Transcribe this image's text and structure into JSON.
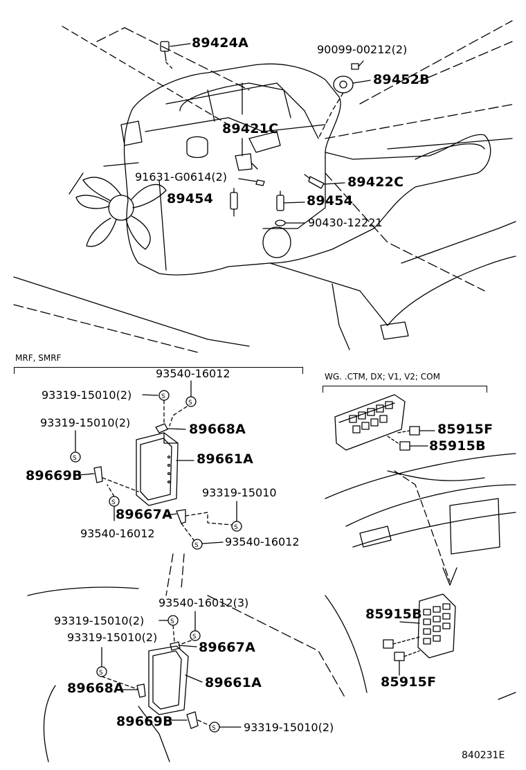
{
  "engine_labels": {
    "p89424A": "89424A",
    "p90099": "90099-00212(2)",
    "p89452B": "89452B",
    "p89421C": "89421C",
    "p91631": "91631-G0614(2)",
    "p89422C": "89422C",
    "p89454_left": "89454",
    "p89454_right": "89454",
    "p90430": "90430-12221"
  },
  "left_section": {
    "title": "MRF, SMRF",
    "labels": {
      "p93540_top": "93540-16012",
      "p93319_a": "93319-15010(2)",
      "p93319_b": "93319-15010(2)",
      "p89668A": "89668A",
      "p89661A": "89661A",
      "p89669B": "89669B",
      "p93319_c": "93319-15010",
      "p89667A": "89667A",
      "p93540_left": "93540-16012",
      "p93540_right": "93540-16012"
    }
  },
  "bottom_section": {
    "labels": {
      "p93540_3": "93540-16012(3)",
      "p93319_d": "93319-15010(2)",
      "p93319_e": "93319-15010(2)",
      "p89667A": "89667A",
      "p89661A": "89661A",
      "p89668A": "89668A",
      "p89669B": "89669B",
      "p93319_f": "93319-15010(2)"
    }
  },
  "right_section": {
    "title": "WG. .CTM, DX; V1, V2; COM",
    "labels": {
      "p85915F_top": "85915F",
      "p85915B_top": "85915B",
      "p85915B_bot": "85915B",
      "p85915F_bot": "85915F"
    }
  },
  "diagram_code": "840231E",
  "line_color": "#000000"
}
